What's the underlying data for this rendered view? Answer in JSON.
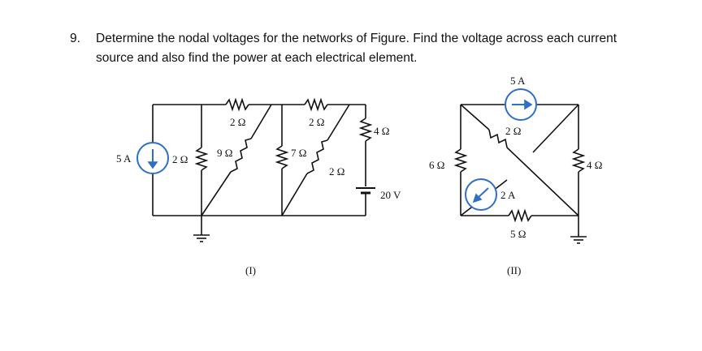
{
  "question": {
    "number": "9.",
    "text": "Determine the nodal voltages for the networks of Figure. Find the voltage across each current source and also find the power at each electrical element."
  },
  "figure1": {
    "caption": "(I)",
    "source_current": "5 A",
    "r_left": "2 Ω",
    "r_top1": "2 Ω",
    "r_top2": "2 Ω",
    "r_diag9": "9 Ω",
    "r_v7": "7 Ω",
    "r_diag2": "2 Ω",
    "r_right4": "4 Ω",
    "battery": "20 V"
  },
  "figure2": {
    "caption": "(II)",
    "source_top": "5 A",
    "source_mid": "2 A",
    "r_diag2": "2 Ω",
    "r_left6": "6 Ω",
    "r_right4": "4 Ω",
    "r_bottom5": "5 Ω"
  },
  "colors": {
    "ink": "#111111",
    "source_fill": "#2f6fc4"
  }
}
